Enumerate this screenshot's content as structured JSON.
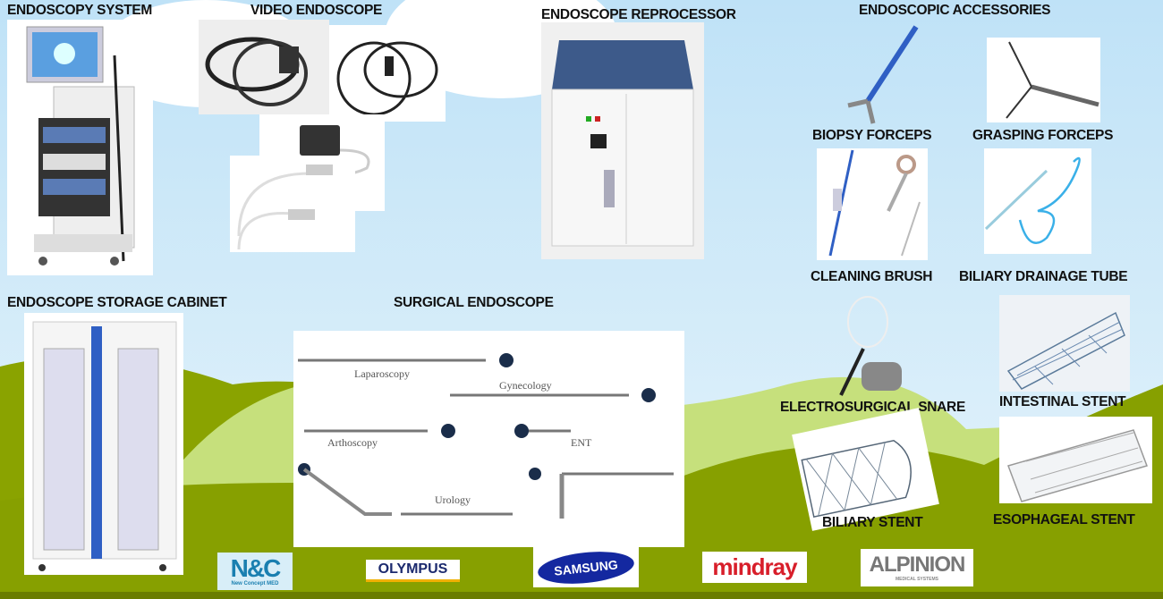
{
  "categories": {
    "endoscopy_system": "ENDOSCOPY SYSTEM",
    "video_endoscope": "VIDEO ENDOSCOPE",
    "reprocessor": "ENDOSCOPE REPROCESSOR",
    "accessories": "ENDOSCOPIC ACCESSORIES",
    "storage_cabinet": "ENDOSCOPE STORAGE CABINET",
    "surgical_endoscope": "SURGICAL ENDOSCOPE"
  },
  "accessories": {
    "biopsy_forceps": "BIOPSY FORCEPS",
    "grasping_forceps": "GRASPING FORCEPS",
    "cleaning_brush": "CLEANING BRUSH",
    "biliary_drainage_tube": "BILIARY DRAINAGE TUBE",
    "electrosurgical_snare": "ELECTROSURGICAL SNARE",
    "intestinal_stent": "INTESTINAL STENT",
    "biliary_stent": "BILIARY STENT",
    "esophageal_stent": "ESOPHAGEAL STENT"
  },
  "surgical_types": {
    "laparoscopy": "Laparoscopy",
    "gynecology": "Gynecology",
    "arthoscopy": "Arthoscopy",
    "ent": "ENT",
    "urology": "Urology"
  },
  "logos": {
    "nc": "N&C",
    "nc_sub": "New Concept MED",
    "olympus": "OLYMPUS",
    "samsung": "SAMSUNG",
    "mindray": "mindray",
    "alpinion": "ALPINION",
    "alpinion_sub": "MEDICAL SYSTEMS"
  },
  "colors": {
    "sky": "#d6ecf8",
    "grass": "#87a000",
    "grass_light": "#c6e07c",
    "accent_blue": "#2f5fc4"
  }
}
